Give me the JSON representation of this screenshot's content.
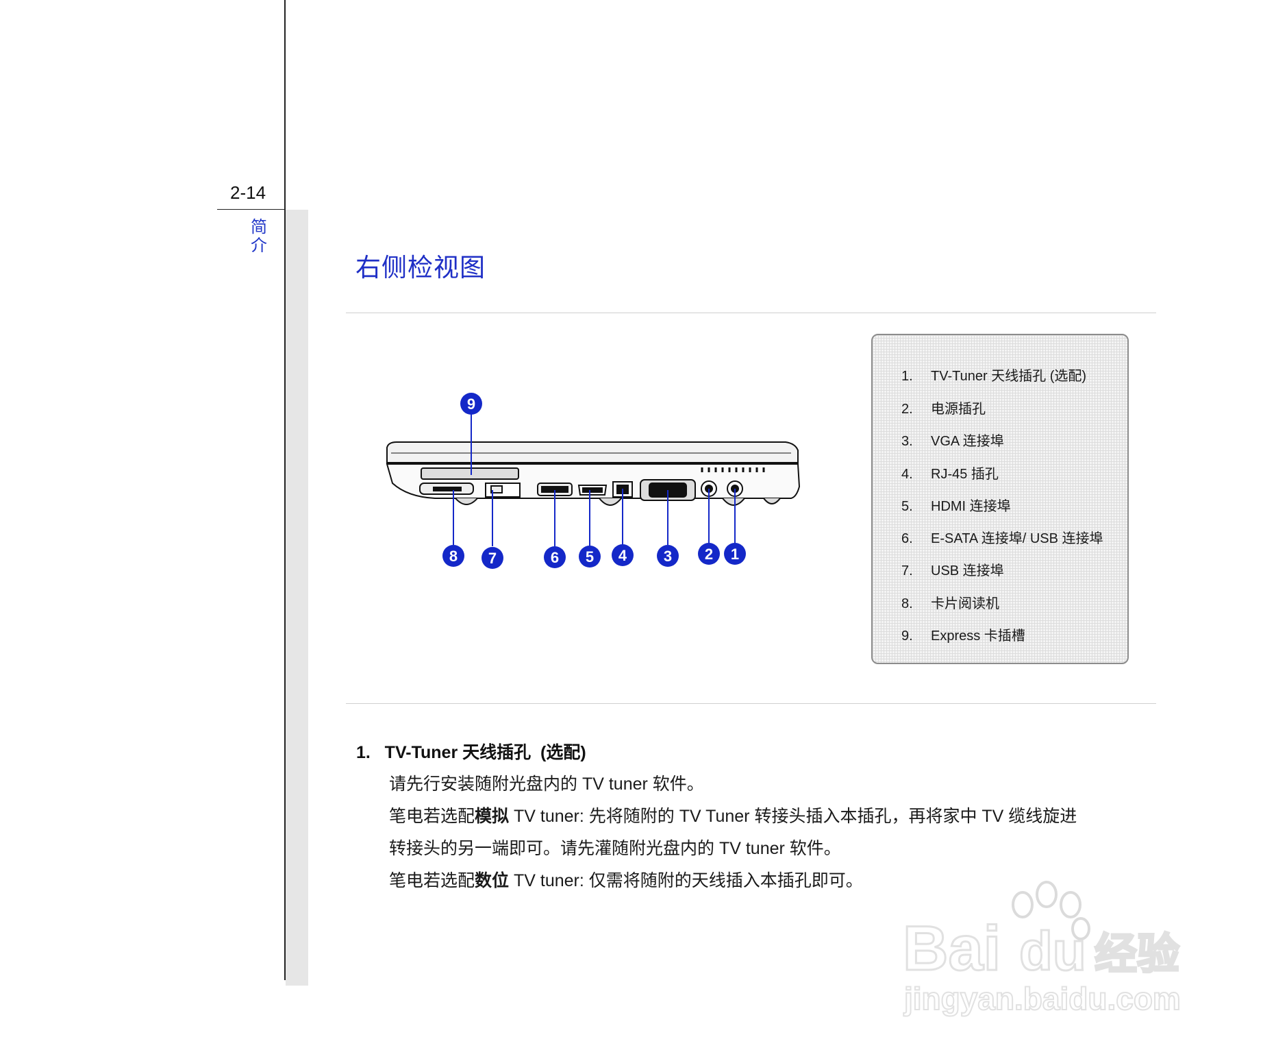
{
  "page": {
    "number": "2-14",
    "chapter_chars": [
      "简",
      "介"
    ],
    "title": "右侧检视图"
  },
  "diagram": {
    "callouts": [
      "1",
      "2",
      "3",
      "4",
      "5",
      "6",
      "7",
      "8",
      "9"
    ]
  },
  "legend": {
    "items": [
      {
        "num": "1.",
        "label": "TV-Tuner 天线插孔 (选配)"
      },
      {
        "num": "2.",
        "label": "电源插孔"
      },
      {
        "num": "3.",
        "label": "VGA 连接埠"
      },
      {
        "num": "4.",
        "label": "RJ-45 插孔"
      },
      {
        "num": "5.",
        "label": "HDMI 连接埠"
      },
      {
        "num": "6.",
        "label": "E-SATA 连接埠/ USB  连接埠"
      },
      {
        "num": "7.",
        "label": "USB  连接埠"
      },
      {
        "num": "8.",
        "label": "卡片阅读机"
      },
      {
        "num": "9.",
        "label": "Express 卡插槽"
      }
    ]
  },
  "section": {
    "heading": "1.   TV-Tuner 天线插孔  (选配)",
    "line1": "请先行安装随附光盘内的 TV tuner 软件。",
    "line2_pre": "笔电若选配",
    "line2_bold": "模拟",
    "line2_post": " TV tuner:  先将随附的 TV Tuner 转接头插入本插孔，再将家中 TV 缆线旋进",
    "line3": "转接头的另一端即可。请先灌随附光盘内的 TV tuner 软件。",
    "line4_pre": "笔电若选配",
    "line4_bold": "数位",
    "line4_post": " TV tuner:  仅需将随附的天线插入本插孔即可。"
  },
  "watermark": {
    "logo_text": "Bai du 经验",
    "url": "jingyan.baidu.com"
  },
  "colors": {
    "title": "#1f2fc6",
    "callout_fill": "#1428c8"
  }
}
